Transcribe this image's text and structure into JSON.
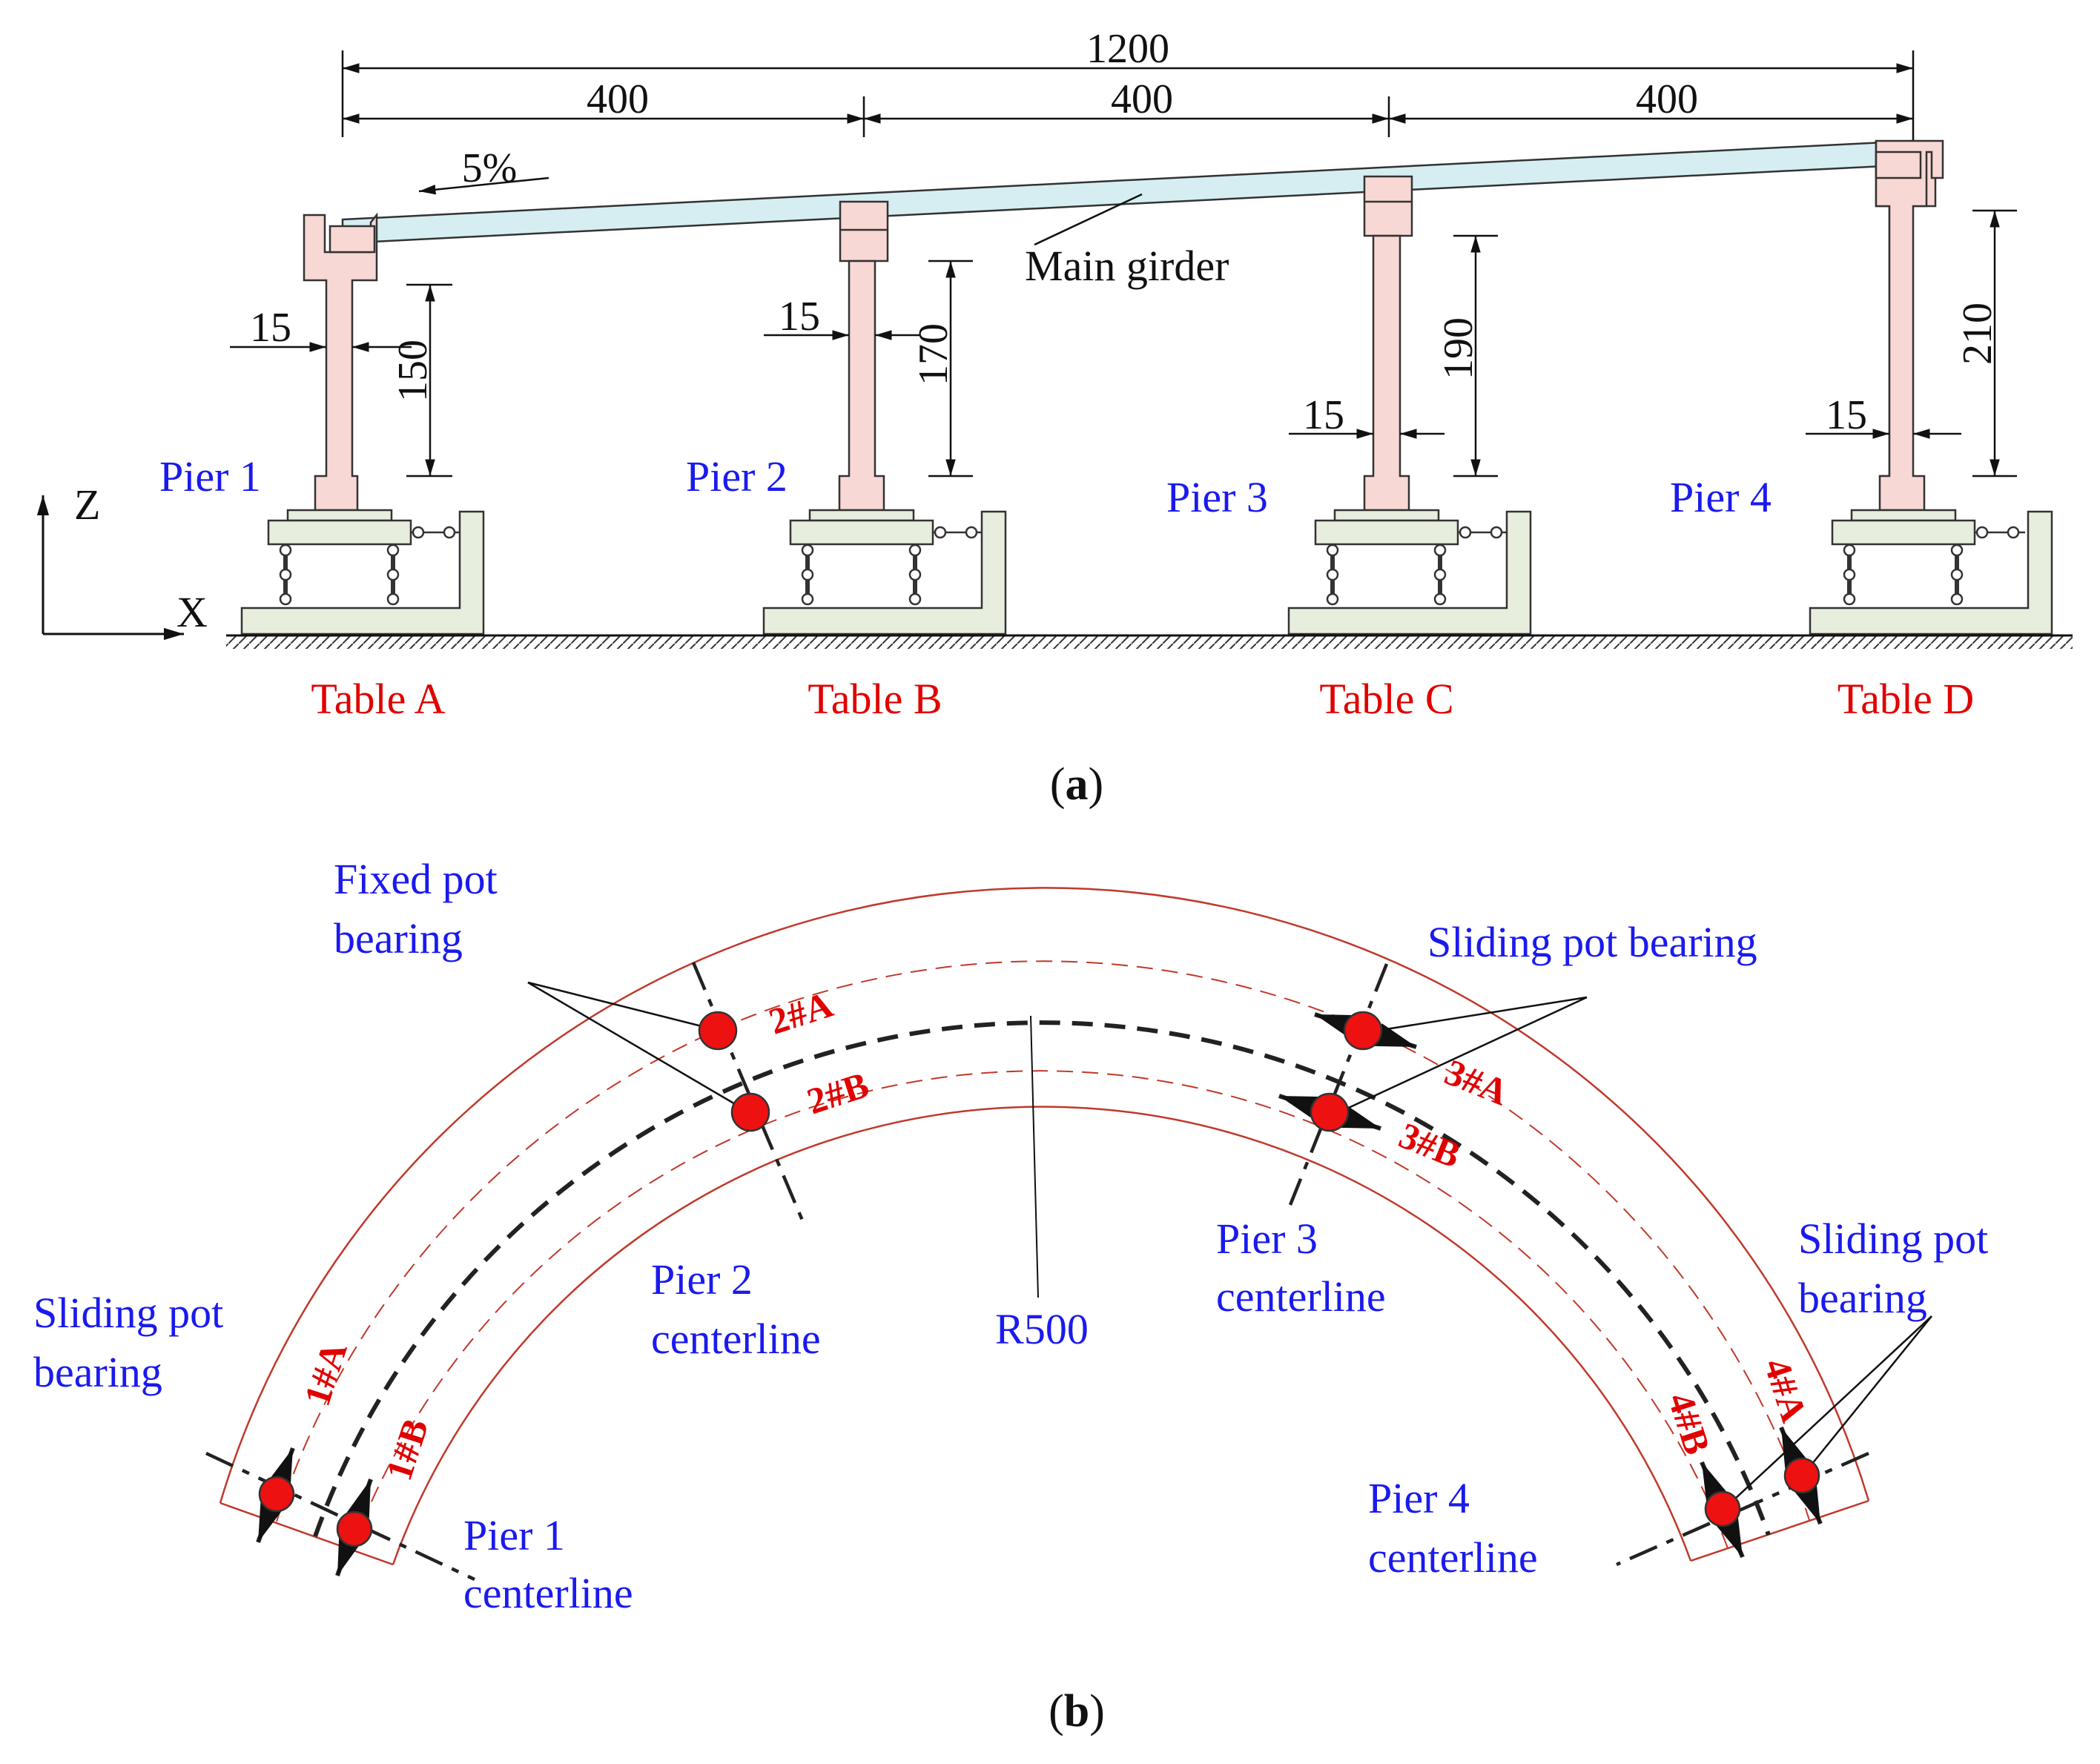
{
  "part_a": {
    "caption_open": "(",
    "caption_letter": "a",
    "caption_close": ")",
    "dims": {
      "total": "1200",
      "span1": "400",
      "span2": "400",
      "span3": "400"
    },
    "slope": "5%",
    "girder_label": "Main girder",
    "piers": [
      {
        "label": "Pier 1",
        "width": "15",
        "height": "150",
        "table": "Table A"
      },
      {
        "label": "Pier 2",
        "width": "15",
        "height": "170",
        "table": "Table B"
      },
      {
        "label": "Pier 3",
        "width": "15",
        "height": "190",
        "table": "Table C"
      },
      {
        "label": "Pier 4",
        "width": "15",
        "height": "210",
        "table": "Table D"
      }
    ],
    "axis_z": "Z",
    "axis_x": "X",
    "colors": {
      "pier_fill": "#f8d8d4",
      "girder_fill": "#d6eef2",
      "table_fill": "#e8eedd",
      "label_blue": "#1a1aee",
      "label_red": "#e00000"
    }
  },
  "part_b": {
    "caption_open": "(",
    "caption_letter": "b",
    "caption_close": ")",
    "fixed_line1": "Fixed pot",
    "fixed_line2": "bearing",
    "sliding_top": "Sliding pot bearing",
    "sliding_left_line1": "Sliding pot",
    "sliding_left_line2": "bearing",
    "sliding_right_line1": "Sliding pot",
    "sliding_right_line2": "bearing",
    "radius": "R500",
    "centerlines": [
      {
        "line1": "Pier 1",
        "line2": "centerline"
      },
      {
        "line1": "Pier 2",
        "line2": "centerline"
      },
      {
        "line1": "Pier 3",
        "line2": "centerline"
      },
      {
        "line1": "Pier 4",
        "line2": "centerline"
      }
    ],
    "bearings": [
      "1#A",
      "1#B",
      "2#A",
      "2#B",
      "3#A",
      "3#B",
      "4#A",
      "4#B"
    ],
    "colors": {
      "edge_line": "#c0392b",
      "bearing_dot": "#ee1111",
      "centerline": "#222222"
    }
  }
}
